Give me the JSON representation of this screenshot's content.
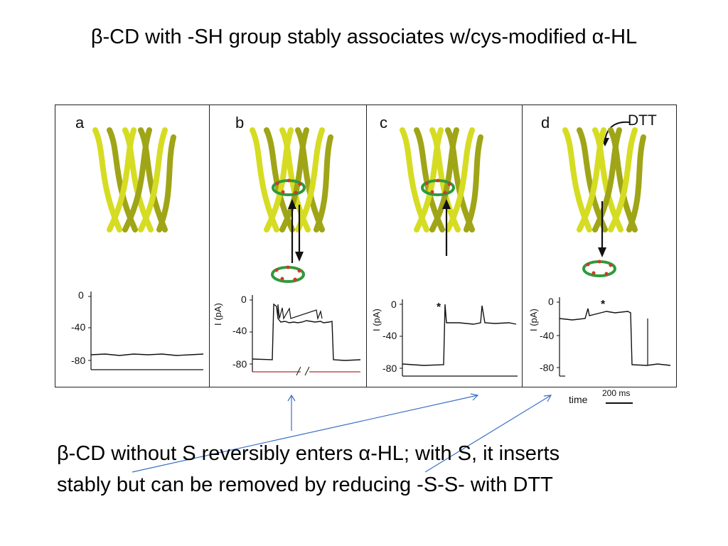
{
  "slide": {
    "title": "β-CD with -SH group stably associates w/cys-modified α-HL",
    "caption_line1": "β-CD without S reversibly enters α-HL; with S, it inserts",
    "caption_line2": "stably but can be removed by reducing -S-S- with DTT"
  },
  "figure": {
    "panels": [
      {
        "letter": "a"
      },
      {
        "letter": "b"
      },
      {
        "letter": "c"
      },
      {
        "letter": "d"
      }
    ],
    "dtt_label": "DTT",
    "ylabel": "I (pA)",
    "ticks": [
      "0",
      "-40",
      "-80"
    ],
    "star": "*",
    "time_label": "time",
    "scale_label": "200 ms"
  },
  "colors": {
    "strand_yellow": "#d6dc22",
    "strand_dark": "#9fa516",
    "molecule_green": "#2f9a3a",
    "molecule_red": "#d0392b",
    "arrow_blue": "#3b6fc4"
  }
}
